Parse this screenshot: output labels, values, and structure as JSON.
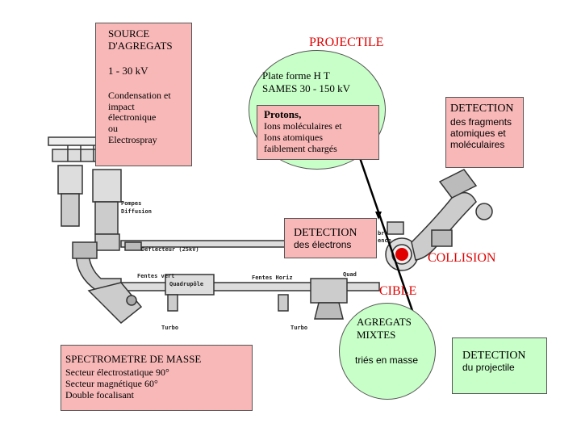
{
  "source": {
    "title_line1": "SOURCE",
    "title_line2": "D'AGREGATS",
    "voltage": "1 - 30 kV",
    "method_lines": [
      "Condensation et",
      "impact",
      "électronique",
      "ou",
      "Electrospray"
    ]
  },
  "projectile": {
    "title": "PROJECTILE",
    "platform_line1": "Plate forme H T",
    "platform_line2": "SAMES  30 - 150 kV",
    "ions_title": "Protons,",
    "ions_lines": [
      "Ions moléculaires et",
      "Ions atomiques",
      "faiblement chargés"
    ]
  },
  "detection_fragments": {
    "title": "DETECTION",
    "lines": [
      "des fragments",
      "atomiques et",
      "moléculaires"
    ]
  },
  "detection_electrons": {
    "title": "DETECTION",
    "subtitle": "des électrons"
  },
  "collision_label": "COLLISION",
  "cible_label": "CIBLE",
  "agregats_mixtes": {
    "line1": "AGREGATS",
    "line2": "MIXTES",
    "sorted": "triés en masse"
  },
  "detection_projectile": {
    "title": "DETECTION",
    "subtitle": "du projectile"
  },
  "spectrometer": {
    "title": "SPECTROMETRE DE MASSE",
    "lines": [
      "Secteur électrostatique 90°",
      "Secteur magnétique 60°",
      "Double focalisant"
    ]
  },
  "drawing_labels": {
    "pompes": "Pompes",
    "diffusion": "Diffusion",
    "deflecteur": "Déflecteur (25kV)",
    "quadrupole": "Quadrupôle",
    "fentes_vert": "Fentes vert",
    "fentes_horiz": "Fentes Horiz",
    "turbo1": "Turbo",
    "turbo2": "Turbo",
    "quad": "Quad",
    "chambre": "bre",
    "chambre2": "ence"
  },
  "colors": {
    "pink": "#f9b8b8",
    "green": "#c8ffc8",
    "red": "#e00000"
  }
}
